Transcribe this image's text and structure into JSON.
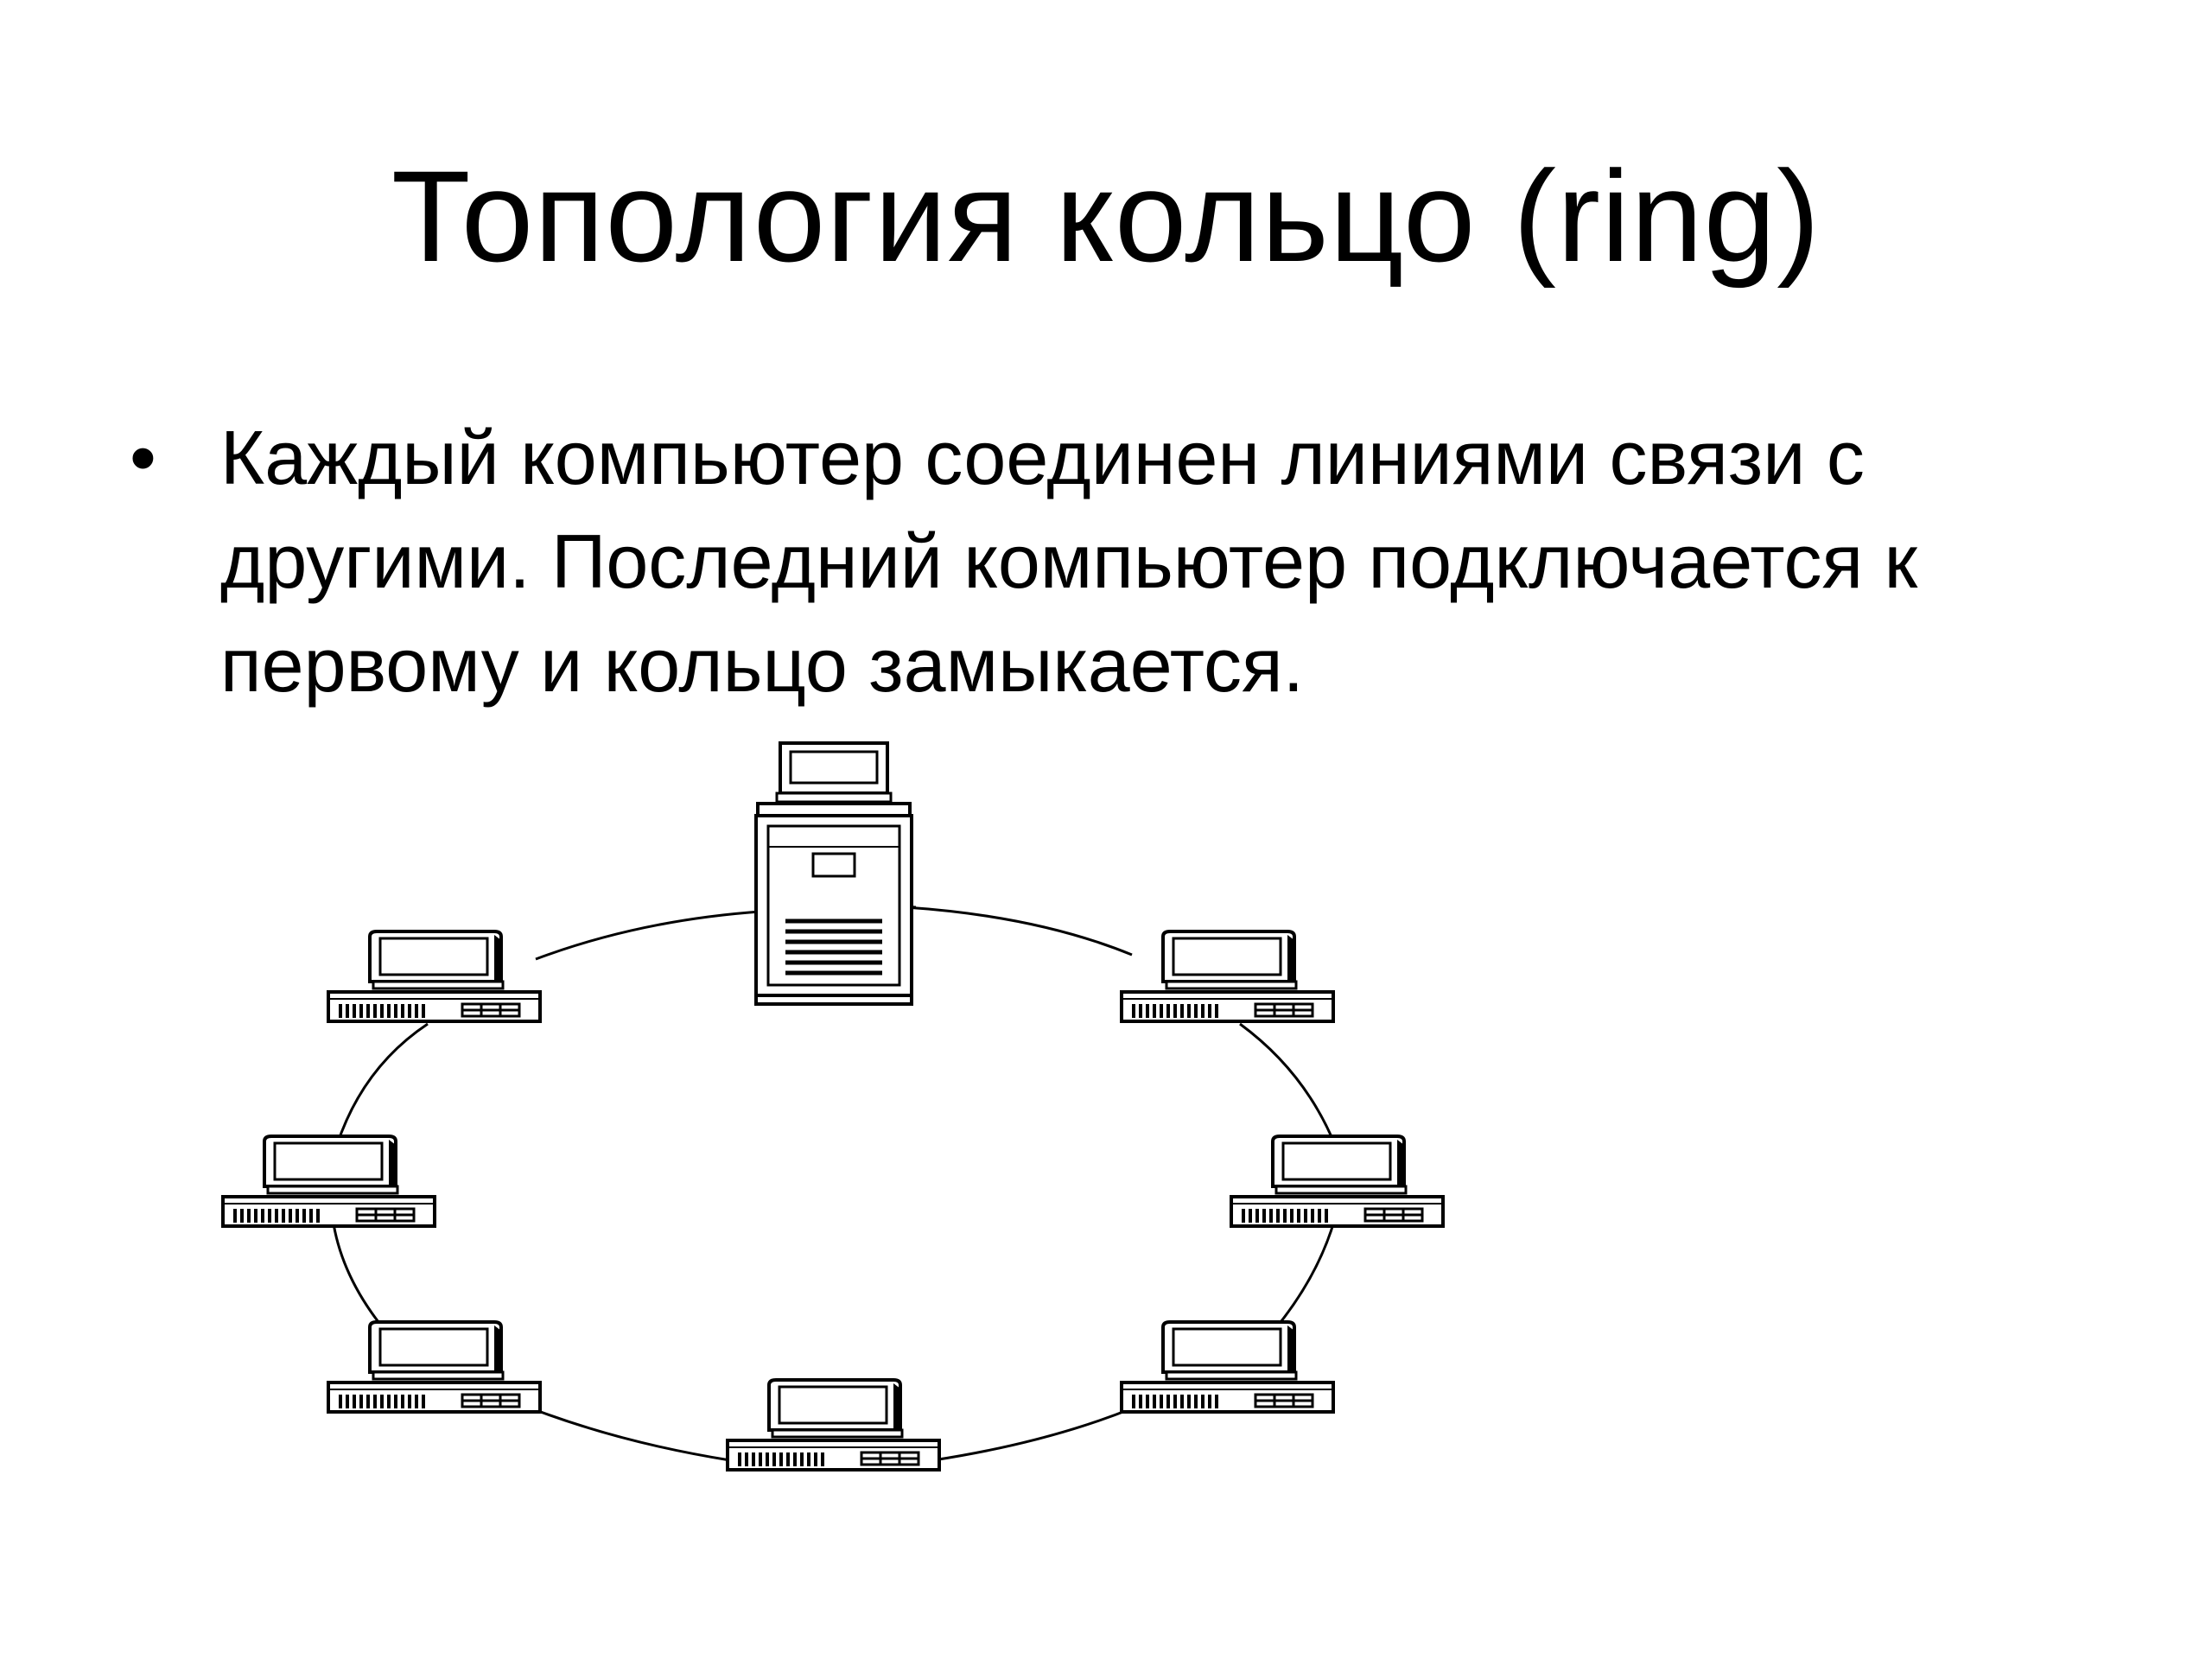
{
  "slide": {
    "title": "Топология кольцо (ring)",
    "bullets": [
      {
        "marker": "•",
        "text": "Каждый компьютер соединен линиями связи с другими. Последний компьютер подключается к первому и кольцо замыкается."
      }
    ]
  },
  "diagram": {
    "type": "ring-topology",
    "nodes": [
      {
        "id": "server",
        "kind": "server-tower",
        "position": "top"
      },
      {
        "id": "pc-top-right",
        "kind": "desktop-pc",
        "position": "top-right"
      },
      {
        "id": "pc-right",
        "kind": "desktop-pc",
        "position": "right"
      },
      {
        "id": "pc-bottom-right",
        "kind": "desktop-pc",
        "position": "bottom-right"
      },
      {
        "id": "pc-bottom",
        "kind": "desktop-pc",
        "position": "bottom"
      },
      {
        "id": "pc-bottom-left",
        "kind": "desktop-pc",
        "position": "bottom-left"
      },
      {
        "id": "pc-left",
        "kind": "desktop-pc",
        "position": "left"
      },
      {
        "id": "pc-top-left",
        "kind": "desktop-pc",
        "position": "top-left"
      }
    ],
    "edges": [
      [
        "server",
        "pc-top-right"
      ],
      [
        "pc-top-right",
        "pc-right"
      ],
      [
        "pc-right",
        "pc-bottom-right"
      ],
      [
        "pc-bottom-right",
        "pc-bottom"
      ],
      [
        "pc-bottom",
        "pc-bottom-left"
      ],
      [
        "pc-bottom-left",
        "pc-left"
      ],
      [
        "pc-left",
        "pc-top-left"
      ],
      [
        "pc-top-left",
        "server"
      ]
    ],
    "colors": {
      "stroke": "#000000",
      "fill": "#ffffff"
    }
  }
}
